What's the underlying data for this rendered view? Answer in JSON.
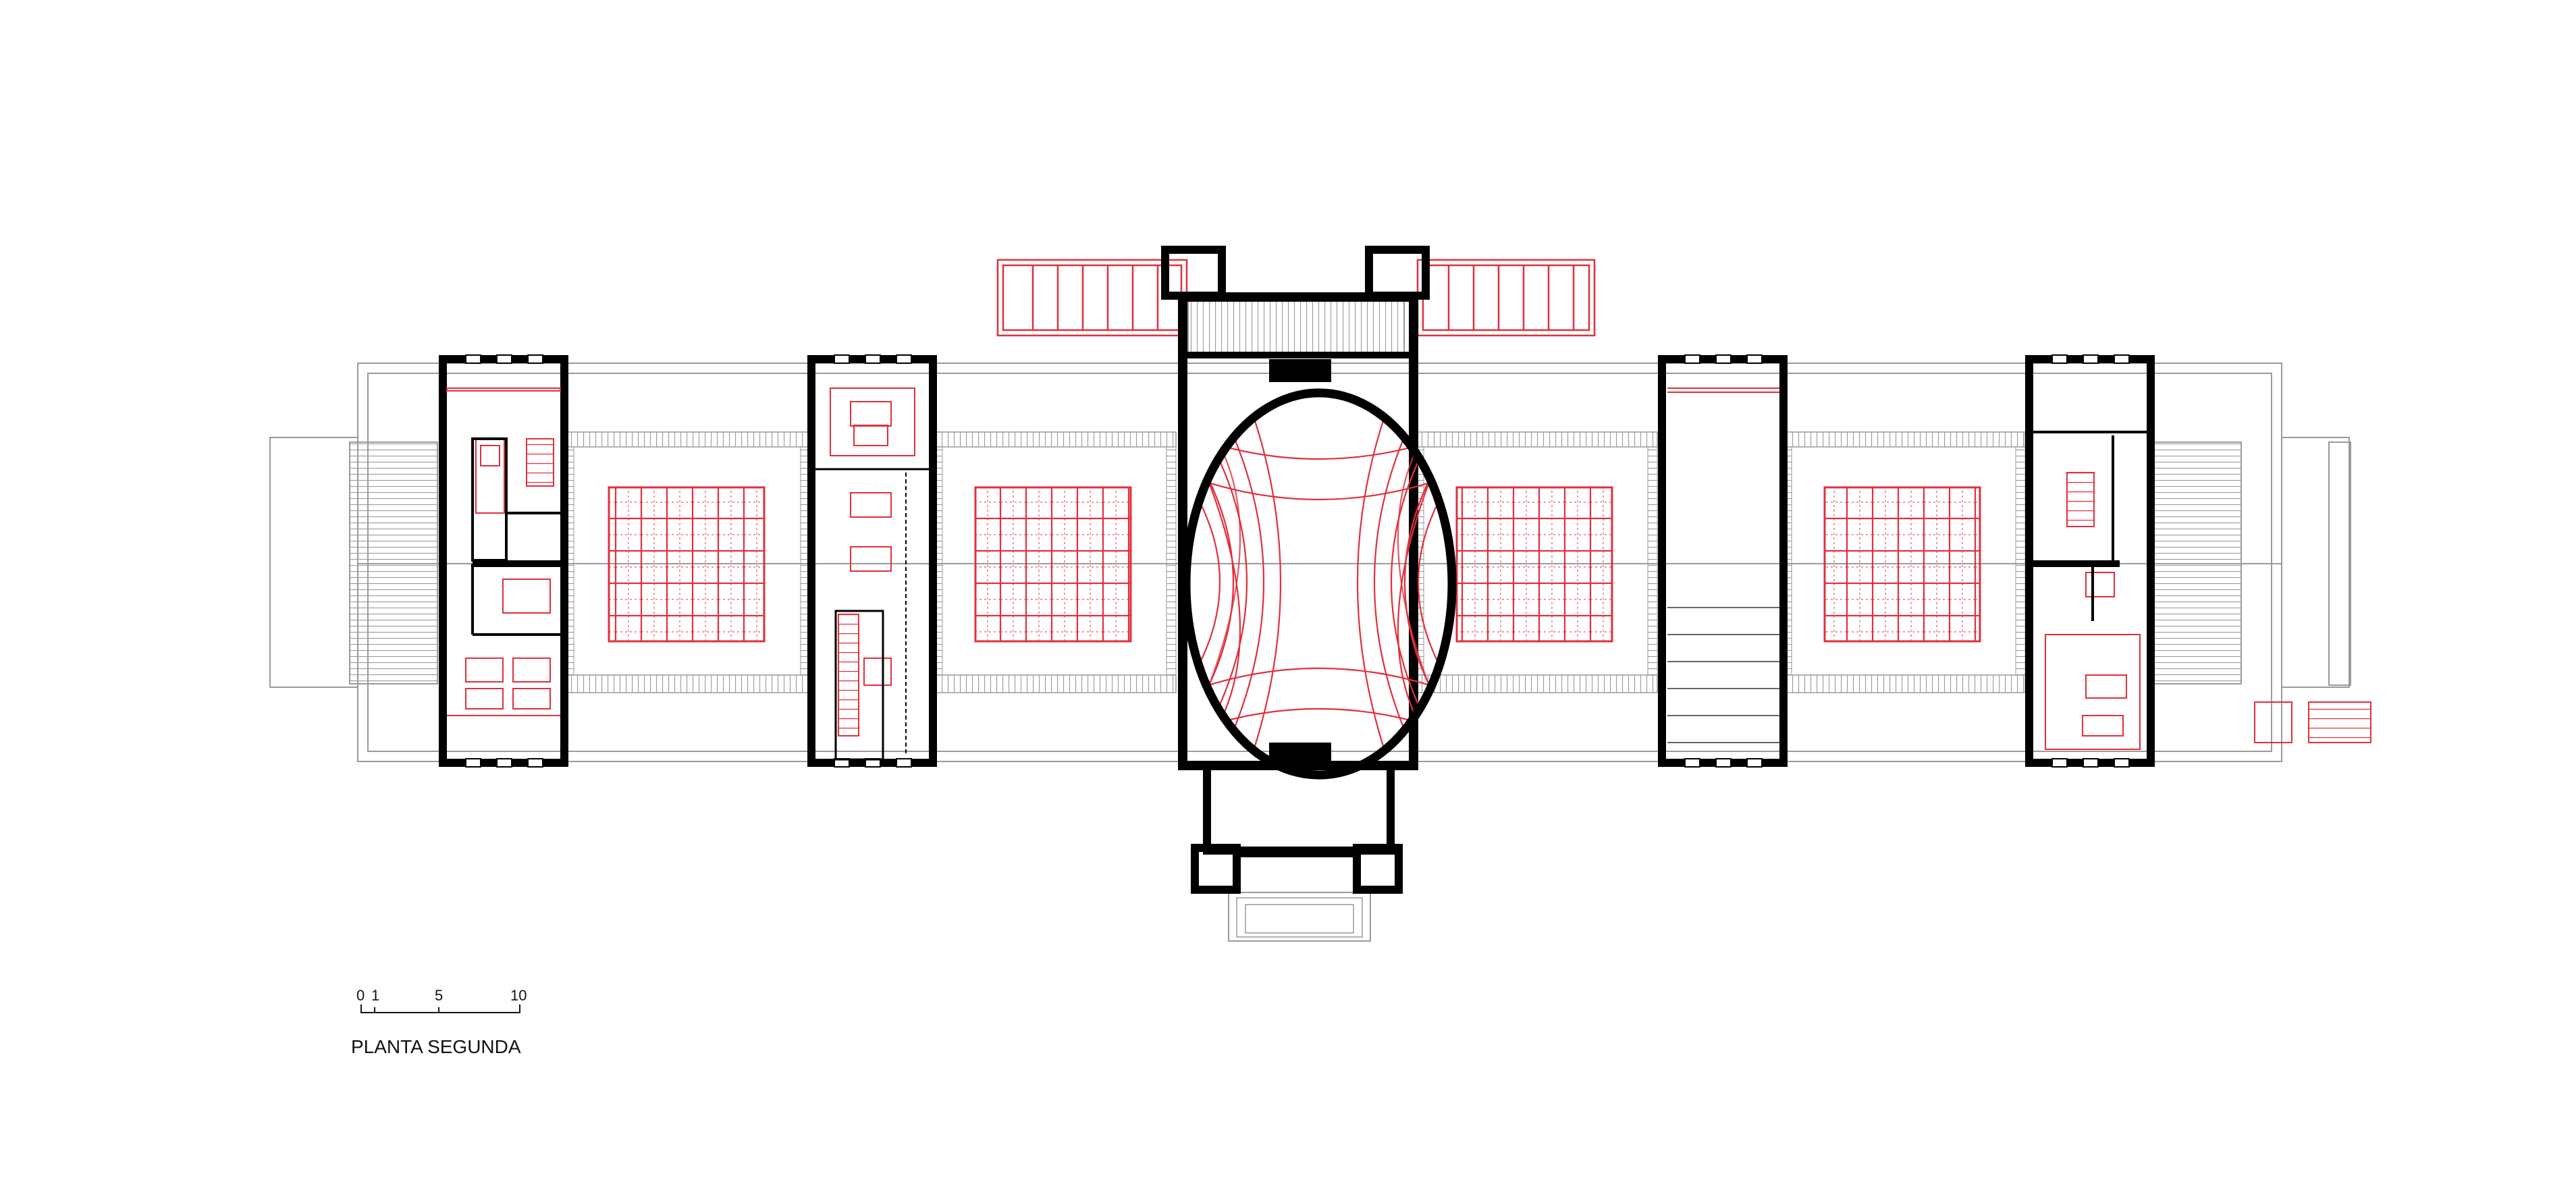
{
  "drawing": {
    "title": "PLANTA SEGUNDA",
    "scale_bar": {
      "ticks": [
        "0",
        "1",
        "5",
        "10"
      ]
    }
  },
  "colors": {
    "wall": "#000000",
    "new_elements": "#e0303c",
    "existing_lines": "#9a9a9a",
    "background": "#ffffff"
  }
}
